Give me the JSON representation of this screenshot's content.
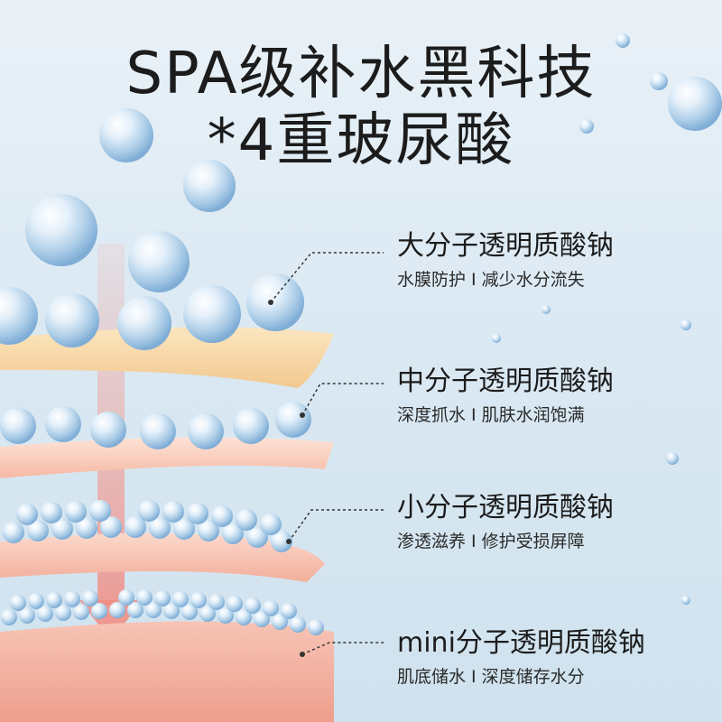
{
  "title": {
    "line1": "SPA级补水黑科技",
    "line2": "*4重玻尿酸"
  },
  "layers": [
    {
      "name": "大分子透明质酸钠",
      "desc": "水膜防护 I 减少水分流失"
    },
    {
      "name": "中分子透明质酸钠",
      "desc": "深度抓水 I 肌肤水润饱满"
    },
    {
      "name": "小分子透明质酸钠",
      "desc": "渗透滋养 I 修护受损屏障"
    },
    {
      "name": "mini分子透明质酸钠",
      "desc": "肌底储水 I 深度储存水分"
    }
  ],
  "colors": {
    "skin_top": "#f7d9a8",
    "skin_mid": "#f8c7b6",
    "skin_deep": "#f2a999",
    "arrow": "#f08f86",
    "bubble": "#9fc4e2"
  }
}
